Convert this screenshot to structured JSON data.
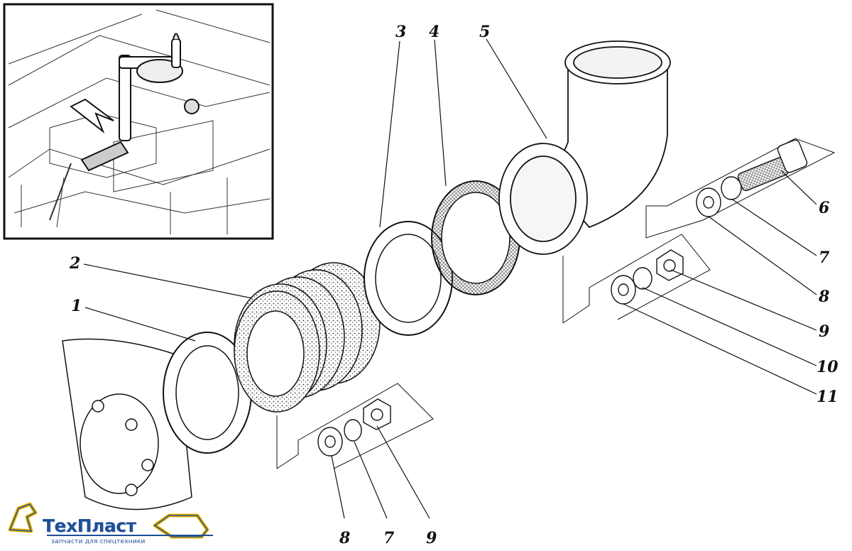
{
  "diagram": {
    "labels": [
      {
        "id": "1",
        "text": "1"
      },
      {
        "id": "2",
        "text": "2"
      },
      {
        "id": "3",
        "text": "3"
      },
      {
        "id": "4",
        "text": "4"
      },
      {
        "id": "5",
        "text": "5"
      },
      {
        "id": "6",
        "text": "6"
      },
      {
        "id": "7a",
        "text": "7"
      },
      {
        "id": "8a",
        "text": "8"
      },
      {
        "id": "9a",
        "text": "9"
      },
      {
        "id": "10",
        "text": "10"
      },
      {
        "id": "11",
        "text": "11"
      },
      {
        "id": "8b",
        "text": "8"
      },
      {
        "id": "7b",
        "text": "7"
      },
      {
        "id": "9b",
        "text": "9"
      }
    ]
  },
  "brand": {
    "name": "ТехПласт",
    "tagline": "запчасти для спецтехники",
    "color": "#1d4f96",
    "accent": "#e8b400"
  }
}
